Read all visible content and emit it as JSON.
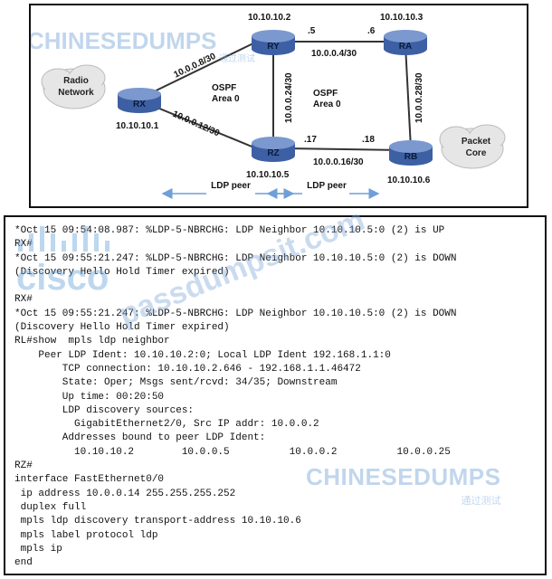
{
  "topology": {
    "routers": [
      {
        "id": "RX",
        "label": "RX",
        "ip": "10.10.10.1"
      },
      {
        "id": "RY",
        "label": "RY",
        "ip": "10.10.10.2"
      },
      {
        "id": "RZ",
        "label": "RZ",
        "ip": "10.10.10.5"
      },
      {
        "id": "RA",
        "label": "RA",
        "ip": "10.10.10.3"
      },
      {
        "id": "RB",
        "label": "RB",
        "ip": "10.10.10.6"
      }
    ],
    "clouds": [
      {
        "id": "radio",
        "lines": [
          "Radio",
          "Network"
        ]
      },
      {
        "id": "packet",
        "lines": [
          "Packet",
          "Core"
        ]
      }
    ],
    "links": [
      {
        "from": "RX",
        "to": "RY",
        "subnet": "10.0.0.8/30"
      },
      {
        "from": "RX",
        "to": "RZ",
        "subnet": "10.0.0.12/30"
      },
      {
        "from": "RY",
        "to": "RA",
        "subnet": "10.0.0.4/30",
        "from_host": ".5",
        "to_host": ".6"
      },
      {
        "from": "RY",
        "to": "RZ",
        "subnet": "10.0.0.24/30"
      },
      {
        "from": "RA",
        "to": "RB",
        "subnet": "10.0.0.28/30"
      },
      {
        "from": "RZ",
        "to": "RB",
        "subnet": "10.0.0.16/30",
        "from_host": ".17",
        "to_host": ".18"
      }
    ],
    "areas": [
      {
        "lines": [
          "OSPF",
          "Area 0"
        ]
      },
      {
        "lines": [
          "OSPF",
          "Area 0"
        ]
      }
    ],
    "ldp_peers": [
      {
        "label": "LDP peer"
      },
      {
        "label": "LDP peer"
      }
    ],
    "colors": {
      "router": "#3d5fa3",
      "router_top": "#7b98cf",
      "cloud": "#e6e6e6",
      "link": "#333333",
      "arrow": "#6f9fd8"
    }
  },
  "watermarks": {
    "brand": "CHINESEDUMPS",
    "brand_sub": "通过测试",
    "site": "passdumpsit.com",
    "logo_word": "cisco"
  },
  "cli": {
    "lines": [
      "*Oct 15 09:54:08.987: %LDP-5-NBRCHG: LDP Neighbor 10.10.10.5:0 (2) is UP",
      "RX#",
      "*Oct 15 09:55:21.247: %LDP-5-NBRCHG: LDP Neighbor 10.10.10.5:0 (2) is DOWN",
      "(Discovery Hello Hold Timer expired)",
      "",
      "RX#",
      "*Oct 15 09:55:21.247: %LDP-5-NBRCHG: LDP Neighbor 10.10.10.5:0 (2) is DOWN",
      "(Discovery Hello Hold Timer expired)",
      "RL#show  mpls ldp neighbor",
      "    Peer LDP Ident: 10.10.10.2:0; Local LDP Ident 192.168.1.1:0",
      "        TCP connection: 10.10.10.2.646 - 192.168.1.1.46472",
      "        State: Oper; Msgs sent/rcvd: 34/35; Downstream",
      "        Up time: 00:20:50",
      "        LDP discovery sources:",
      "          GigabitEthernet2/0, Src IP addr: 10.0.0.2",
      "        Addresses bound to peer LDP Ident:",
      "          10.10.10.2        10.0.0.5          10.0.0.2          10.0.0.25",
      "RZ#",
      "interface FastEthernet0/0",
      " ip address 10.0.0.14 255.255.255.252",
      " duplex full",
      " mpls ldp discovery transport-address 10.10.10.6",
      " mpls label protocol ldp",
      " mpls ip",
      "end"
    ]
  }
}
